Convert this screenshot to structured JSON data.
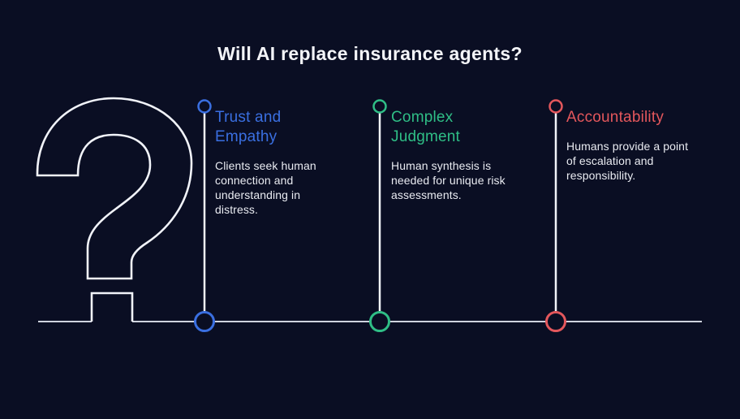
{
  "title": "Will AI replace insurance agents?",
  "colors": {
    "background": "#0a0e23",
    "baseline": "#cfd3de",
    "stroke_white": "#f1f3f9"
  },
  "question_mark": {
    "icon": "question-mark-outline"
  },
  "columns": [
    {
      "title": "Trust and\nEmpathy",
      "body": "Clients seek human\nconnection and\nunderstanding in\ndistress.",
      "accent": "#3a6fe1"
    },
    {
      "title": "Complex\nJudgment",
      "body": "Human synthesis is\nneeded for unique risk\nassessments.",
      "accent": "#2fbe86"
    },
    {
      "title": "Accountability",
      "body": "Humans provide a point\nof escalation and\nresponsibility.",
      "accent": "#e4575c"
    }
  ]
}
